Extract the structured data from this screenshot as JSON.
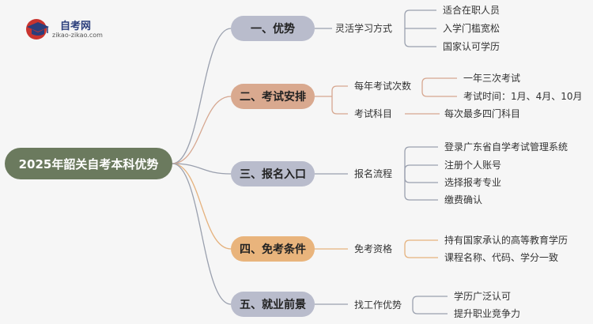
{
  "logo": {
    "title": "自考网",
    "subtitle": "zikao-zikao.com"
  },
  "root": "2025年韶关自考本科优势",
  "sections": [
    {
      "label": "一、优势",
      "sub": [
        {
          "label": "灵活学习方式",
          "leaves": [
            "适合在职人员",
            "入学门槛宽松",
            "国家认可学历"
          ]
        }
      ]
    },
    {
      "label": "二、考试安排",
      "sub": [
        {
          "label": "每年考试次数",
          "leaves": [
            "一年三次考试",
            "考试时间：1月、4月、10月"
          ]
        },
        {
          "label": "考试科目",
          "leaves": [
            "每次最多四门科目"
          ]
        }
      ]
    },
    {
      "label": "三、报名入口",
      "sub": [
        {
          "label": "报名流程",
          "leaves": [
            "登录广东省自学考试管理系统",
            "注册个人账号",
            "选择报考专业",
            "缴费确认"
          ]
        }
      ]
    },
    {
      "label": "四、免考条件",
      "sub": [
        {
          "label": "免考资格",
          "leaves": [
            "持有国家承认的高等教育学历",
            "课程名称、代码、学分一致"
          ]
        }
      ]
    },
    {
      "label": "五、就业前景",
      "sub": [
        {
          "label": "找工作优势",
          "leaves": [
            "学历广泛认可",
            "提升职业竞争力"
          ]
        }
      ]
    }
  ]
}
